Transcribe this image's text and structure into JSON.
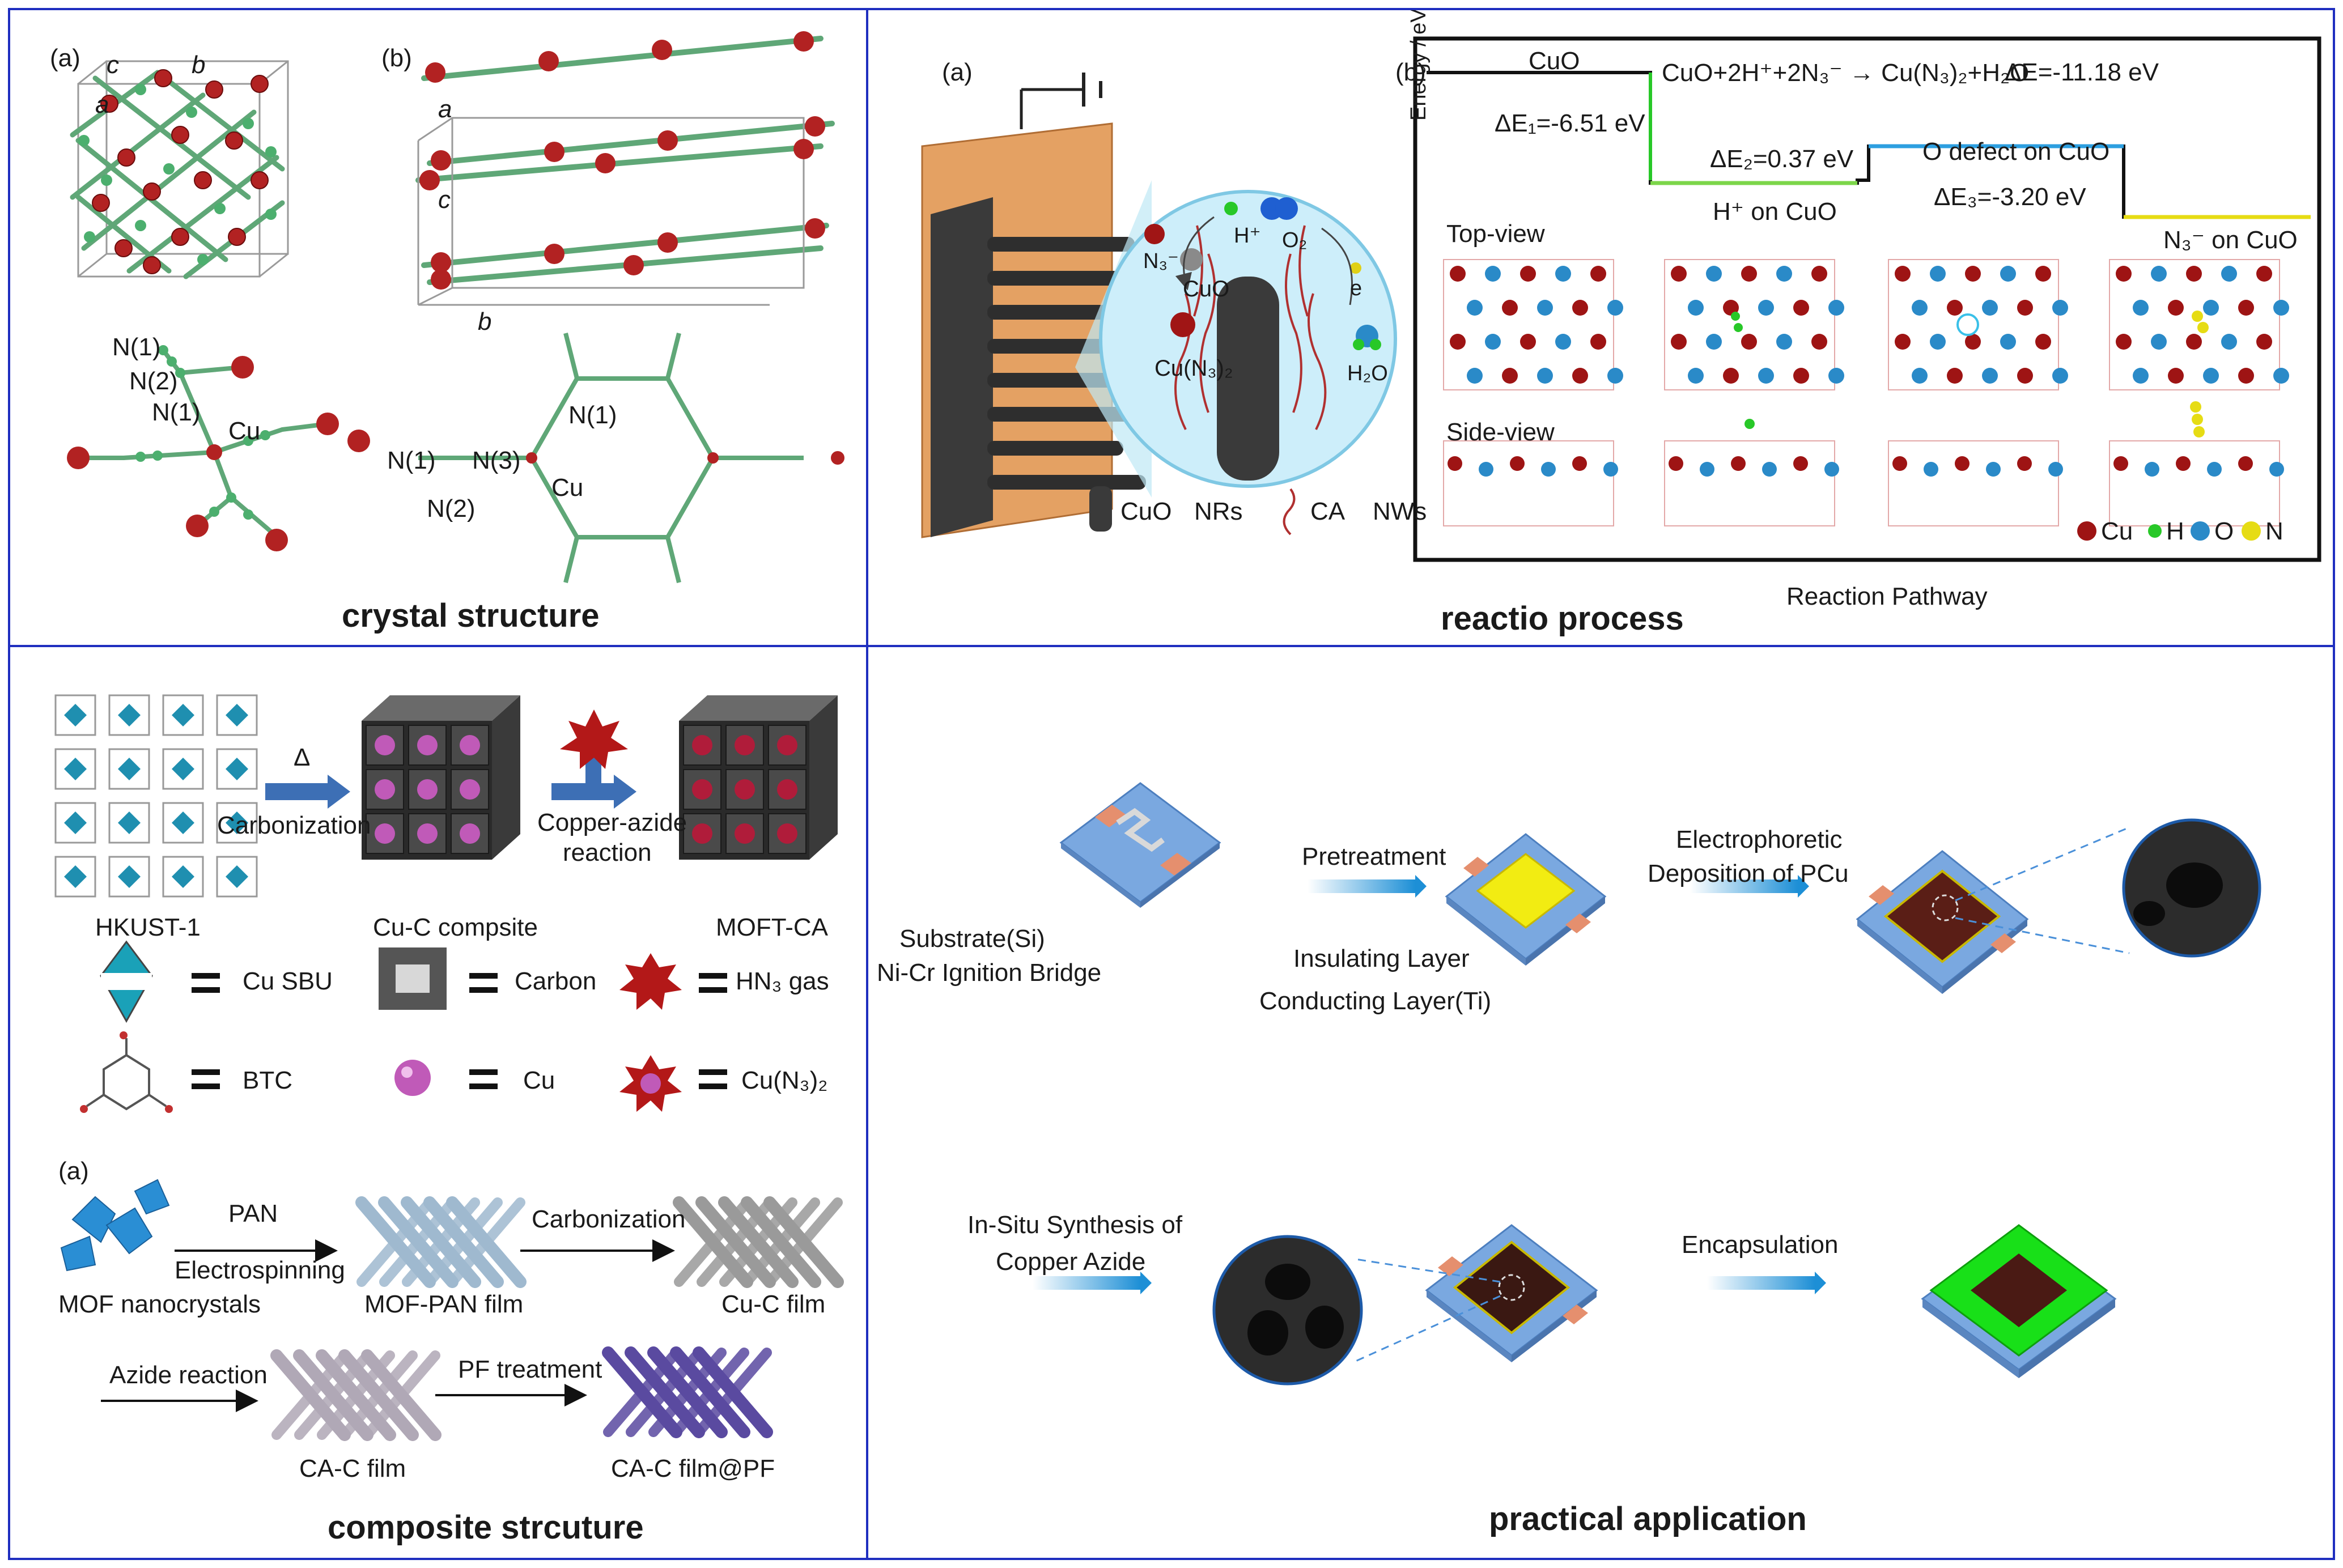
{
  "crystal": {
    "panel_a": "(a)",
    "panel_b": "(b)",
    "axis_c": "c",
    "axis_b": "b",
    "axis_a": "a",
    "n1_top": "N(1)",
    "n2_top": "N(2)",
    "n1_mid": "N(1)",
    "cu_a": "Cu",
    "n1_b": "N(1)",
    "n1_b_left": "N(1)",
    "n3_b": "N(3)",
    "cu_b": "Cu",
    "n2_b": "N(2)",
    "caption": "crystal structure"
  },
  "reaction": {
    "panel_a": "(a)",
    "panel_b": "(b)",
    "hplus": "H⁺",
    "o2": "O₂",
    "n3": "N₃⁻",
    "cuo": "CuO",
    "e": "e",
    "cun3": "Cu(N₃)₂",
    "h2o": "H₂O",
    "legend_cuo": "CuO",
    "legend_nrs": "NRs",
    "legend_ca": "CA",
    "legend_nws": "NWs",
    "energy_axis": "Energy / eV",
    "state_cuo": "CuO",
    "equation": "CuO+2H⁺+2N₃⁻ → Cu(N₃)₂+H₂O",
    "delta_e_total": "ΔE=-11.18 eV",
    "delta_e1": "ΔE₁=-6.51 eV",
    "delta_e2": "ΔE₂=0.37 eV",
    "state_h_on_cuo": "H⁺ on CuO",
    "state_o_defect": "O defect on CuO",
    "delta_e3": "ΔE₃=-3.20 eV",
    "state_n3_on_cuo": "N₃⁻ on CuO",
    "top_view": "Top-view",
    "side_view": "Side-view",
    "key_cu": "Cu",
    "key_h": "H",
    "key_o": "O",
    "key_n": "N",
    "pathway": "Reaction Pathway",
    "caption": "reactio process",
    "colors": {
      "cu": "#9e1414",
      "h": "#28c828",
      "o": "#2a8ac8",
      "n": "#e6dc14"
    }
  },
  "composite": {
    "hkust": "HKUST-1",
    "delta": "Δ",
    "carbonization": "Carbonization",
    "cuc": "Cu-C compsite",
    "copper_azide": "Copper-azide",
    "reaction": "reaction",
    "moftca": "MOFT-CA",
    "eq_cusbu": "Cu SBU",
    "eq_carbon": "Carbon",
    "eq_hn3": "HN₃ gas",
    "eq_btc": "BTC",
    "eq_cu": "Cu",
    "eq_cun3": "Cu(N₃)₂",
    "panel_a": "(a)",
    "pan": "PAN",
    "electrospinning": "Electrospinning",
    "carbonization2": "Carbonization",
    "mof_nano": "MOF nanocrystals",
    "mof_pan": "MOF-PAN film",
    "cuc_film": "Cu-C film",
    "azide_reaction": "Azide reaction",
    "pf_treatment": "PF treatment",
    "cac_film": "CA-C film",
    "cac_pf": "CA-C film@PF",
    "caption": "composite strcuture"
  },
  "application": {
    "substrate": "Substrate(Si)",
    "nicr": "Ni-Cr Ignition Bridge",
    "pretreatment": "Pretreatment",
    "insulating": "Insulating Layer",
    "conducting": "Conducting Layer(Ti)",
    "electrophoretic": "Electrophoretic",
    "deposition": "Deposition of PCu",
    "insitu": "In-Situ Synthesis of",
    "copper_azide": "Copper Azide",
    "encapsulation": "Encapsulation",
    "caption": "practical application"
  }
}
